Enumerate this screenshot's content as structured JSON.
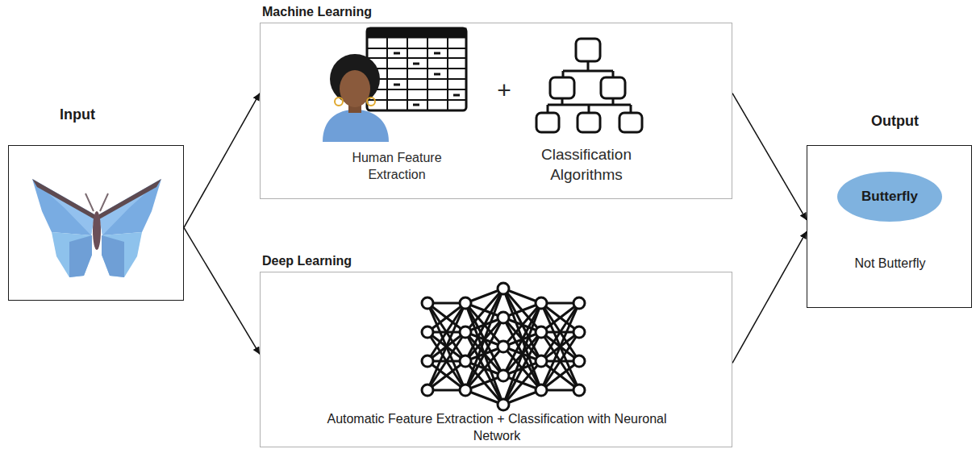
{
  "diagram": {
    "nodes": [
      {
        "text": [
          "Input"
        ]
      },
      {
        "text": [
          "Machine Learning"
        ]
      },
      {
        "text": [
          "Deep Learning",
          "Automatic Feature Extraction + Classification with Neuronal Network"
        ]
      },
      {
        "text": [
          "Output",
          "Not Butterfly"
        ]
      },
      {
        "text": [
          "Butterfly"
        ],
        "in": 3
      }
    ],
    "edges": [
      {
        "from": 0,
        "to": 1,
        "arrow": "to"
      },
      {
        "from": 0,
        "to": 2,
        "arrow": "to"
      },
      {
        "from": 1,
        "to": 3,
        "arrow": "to"
      },
      {
        "from": 2,
        "to": 3,
        "arrow": "to"
      }
    ],
    "labels": [
      "Human Feature Extraction",
      "+",
      "Classification Algorithms"
    ]
  }
}
